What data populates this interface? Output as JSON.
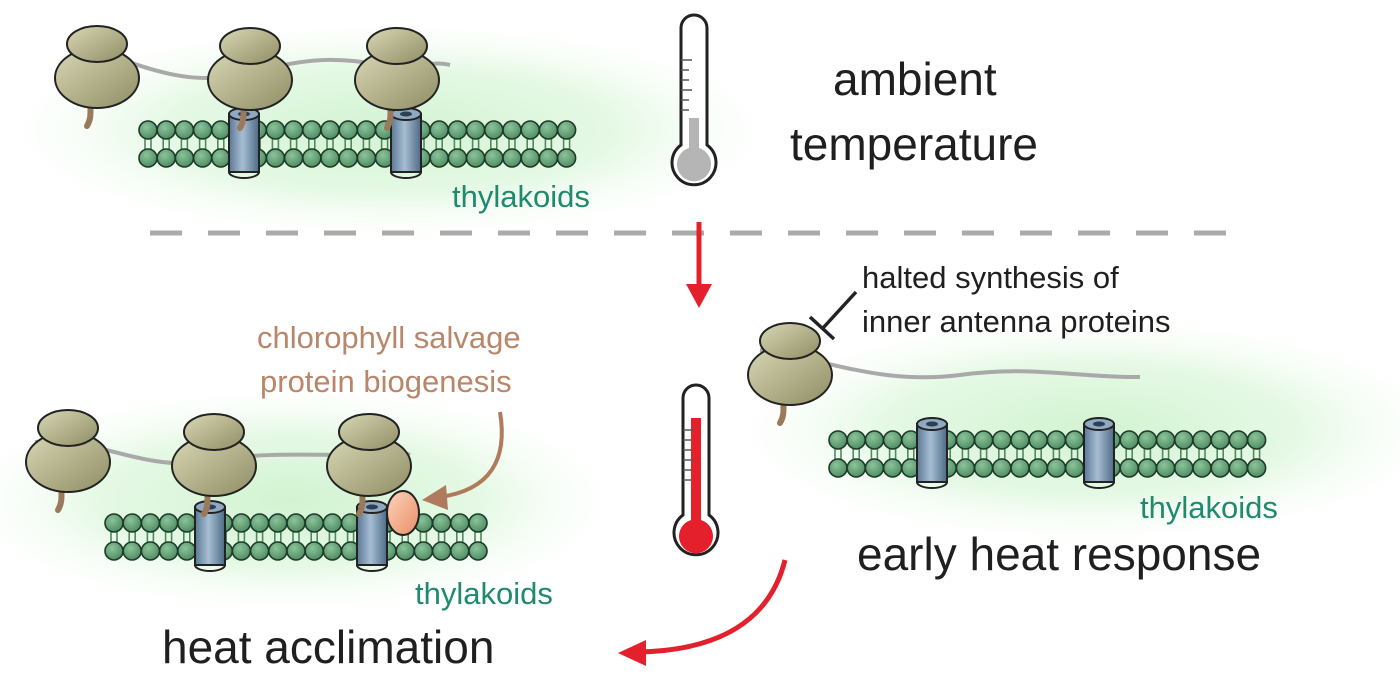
{
  "labels": {
    "ambient_line1": "ambient",
    "ambient_line2": "temperature",
    "thylakoids": "thylakoids",
    "halted_line1": "halted synthesis of",
    "halted_line2": "inner antenna proteins",
    "salvage_line1": "chlorophyll salvage",
    "salvage_line2": "protein biogenesis",
    "early_heat": "early heat response",
    "heat_acclimation": "heat acclimation"
  },
  "colors": {
    "thylakoid_text": "#1f8a6e",
    "salvage_text": "#b9866a",
    "heat_arrow": "#e3202b",
    "thermometer_hot": "#e3202b",
    "thermometer_ambient": "#b5b5b5",
    "lipid_head": "#5e9c72",
    "ribosome": "#b5b48c",
    "membrane_glow": "#d6f5d6",
    "protein_channel": "#7f9bb5",
    "salvage_protein": "#f3b08f"
  },
  "icons": [
    "ribosome-icon",
    "thermometer-icon",
    "protein-channel-icon",
    "lipid-bilayer-icon",
    "inhibition-icon"
  ]
}
